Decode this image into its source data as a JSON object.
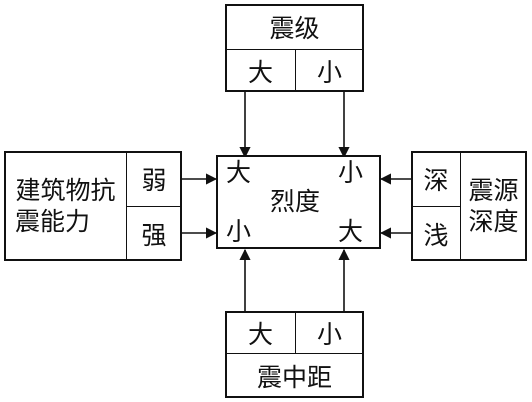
{
  "magnitude": {
    "title": "震级",
    "large": "大",
    "small": "小"
  },
  "resistance": {
    "title_line1": "建筑物抗",
    "title_line2": "震能力",
    "weak": "弱",
    "strong": "强"
  },
  "depth": {
    "title_line1": "震源",
    "title_line2": "深度",
    "deep": "深",
    "shallow": "浅"
  },
  "distance": {
    "title": "震中距",
    "large": "大",
    "small": "小"
  },
  "intensity": {
    "label": "烈度",
    "top_left": "大",
    "top_right": "小",
    "bottom_left": "小",
    "bottom_right": "大"
  }
}
